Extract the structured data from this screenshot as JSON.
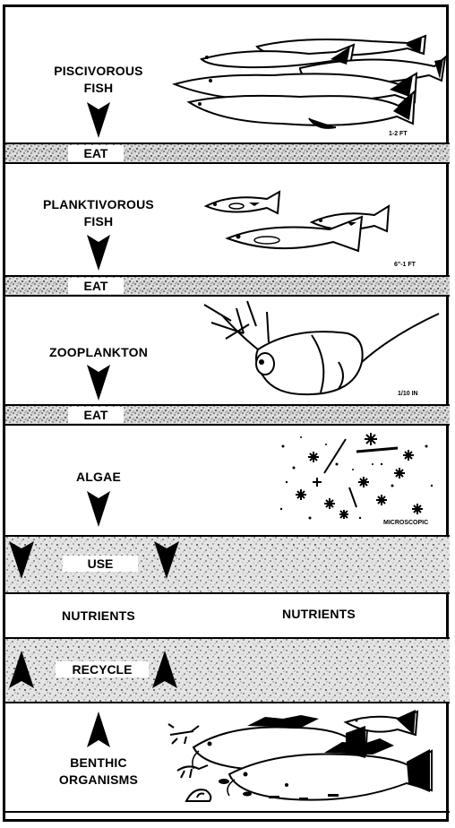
{
  "levels": {
    "piscivorous": {
      "label_line1": "PISCIVOROUS",
      "label_line2": "FISH",
      "scale": "1-2 FT"
    },
    "planktivorous": {
      "label_line1": "PLANKTIVOROUS",
      "label_line2": "FISH",
      "scale": "6\"-1 FT"
    },
    "zooplankton": {
      "label": "ZOOPLANKTON",
      "scale": "1/10 IN"
    },
    "algae": {
      "label": "ALGAE",
      "scale": "MICROSCOPIC"
    },
    "nutrients": {
      "left": "NUTRIENTS",
      "right": "NUTRIENTS"
    },
    "benthic": {
      "label_line1": "BENTHIC",
      "label_line2": "ORGANISMS"
    }
  },
  "relations": {
    "eat_1": "EAT",
    "eat_2": "EAT",
    "eat_3": "EAT",
    "use": "USE",
    "recycle": "RECYCLE"
  },
  "icons": [
    "pike-fish-icon",
    "minnow-fish-icon",
    "daphnia-icon",
    "algae-cells-icon",
    "carp-fish-icon",
    "crayfish-icon",
    "snail-icon",
    "insect-larva-icon"
  ]
}
